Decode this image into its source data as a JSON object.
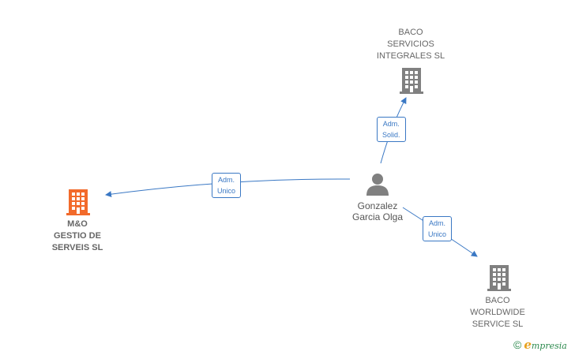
{
  "nodes": {
    "baco_servicios": {
      "lines": [
        "BACO",
        "SERVICIOS",
        "INTEGRALES SL"
      ],
      "type": "company",
      "color": "#808080"
    },
    "mo_gestio": {
      "lines": [
        "M&O",
        "GESTIO DE",
        "SERVEIS  SL"
      ],
      "type": "company",
      "color": "#f26a2b"
    },
    "gonzalez": {
      "lines": [
        "Gonzalez",
        "Garcia Olga"
      ],
      "type": "person",
      "color": "#808080"
    },
    "baco_worldwide": {
      "lines": [
        "BACO",
        "WORLDWIDE",
        "SERVICE  SL"
      ],
      "type": "company",
      "color": "#808080"
    }
  },
  "edges": [
    {
      "from": "gonzalez",
      "to": "baco_servicios",
      "label": [
        "Adm.",
        "Solid."
      ]
    },
    {
      "from": "gonzalez",
      "to": "mo_gestio",
      "label": [
        "Adm.",
        "Unico"
      ]
    },
    {
      "from": "gonzalez",
      "to": "baco_worldwide",
      "label": [
        "Adm.",
        "Unico"
      ]
    }
  ],
  "colors": {
    "edge": "#3a78c4",
    "focus_company": "#f26a2b",
    "company": "#808080"
  },
  "brand": {
    "copyright": "©",
    "name_first": "e",
    "name_rest": "mpresia"
  }
}
